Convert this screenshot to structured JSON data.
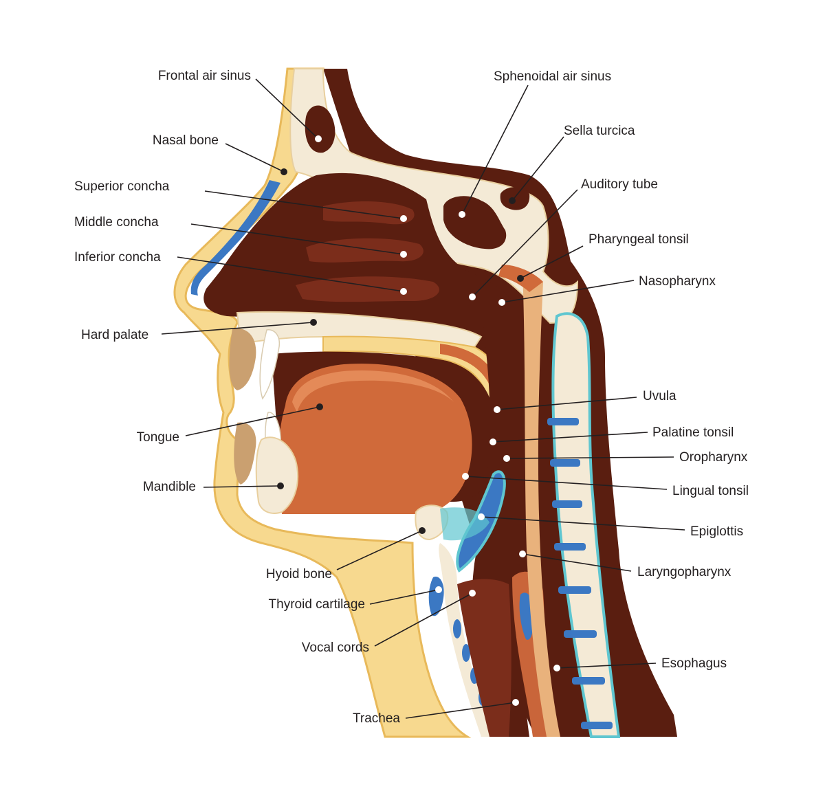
{
  "colors": {
    "skin": "#f7d98f",
    "skin_edge": "#e8b95a",
    "bone": "#f4ead6",
    "bone_pore": "#c9b491",
    "cavity": "#5a1e10",
    "cavity_mid": "#7b2d1b",
    "tissue": "#caa070",
    "muscle": "#d06a3a",
    "muscle_light": "#e48a58",
    "cartilage": "#3b78c3",
    "cyan": "#5fc6d0",
    "mucosa": "#e9b27c"
  },
  "labels": {
    "frontal_air_sinus": "Frontal air sinus",
    "nasal_bone": "Nasal bone",
    "superior_concha": "Superior concha",
    "middle_concha": "Middle concha",
    "inferior_concha": "Inferior concha",
    "hard_palate": "Hard palate",
    "tongue": "Tongue",
    "mandible": "Mandible",
    "hyoid_bone": "Hyoid bone",
    "thyroid_cartilage": "Thyroid cartilage",
    "vocal_cords": "Vocal cords",
    "trachea": "Trachea",
    "sphenoidal_air_sinus": "Sphenoidal air sinus",
    "sella_turcica": "Sella turcica",
    "auditory_tube": "Auditory tube",
    "pharyngeal_tonsil": "Pharyngeal tonsil",
    "nasopharynx": "Nasopharynx",
    "uvula": "Uvula",
    "palatine_tonsil": "Palatine tonsil",
    "oropharynx": "Oropharynx",
    "lingual_tonsil": "Lingual tonsil",
    "epiglottis": "Epiglottis",
    "laryngopharynx": "Laryngopharynx",
    "esophagus": "Esophagus"
  }
}
